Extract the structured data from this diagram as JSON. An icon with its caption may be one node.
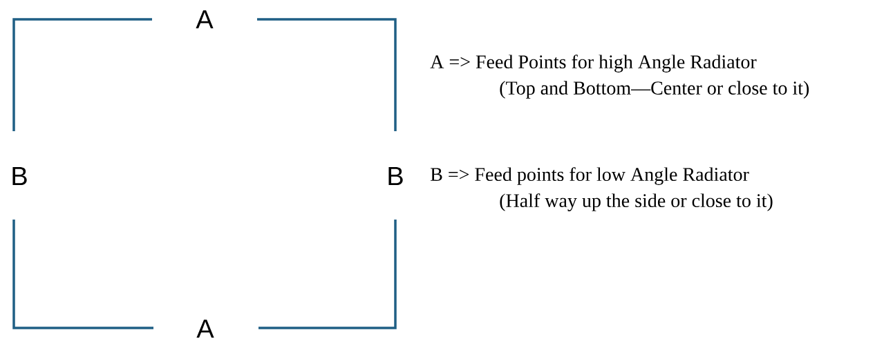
{
  "diagram": {
    "labels": [
      "A",
      "B",
      "B",
      "A",
      "A => Feed Points for high Angle Radiator",
      "(Top and Bottom—Center or close to it)",
      "B => Feed points for low Angle Radiator",
      "(Half way up the side or close to it)"
    ]
  }
}
